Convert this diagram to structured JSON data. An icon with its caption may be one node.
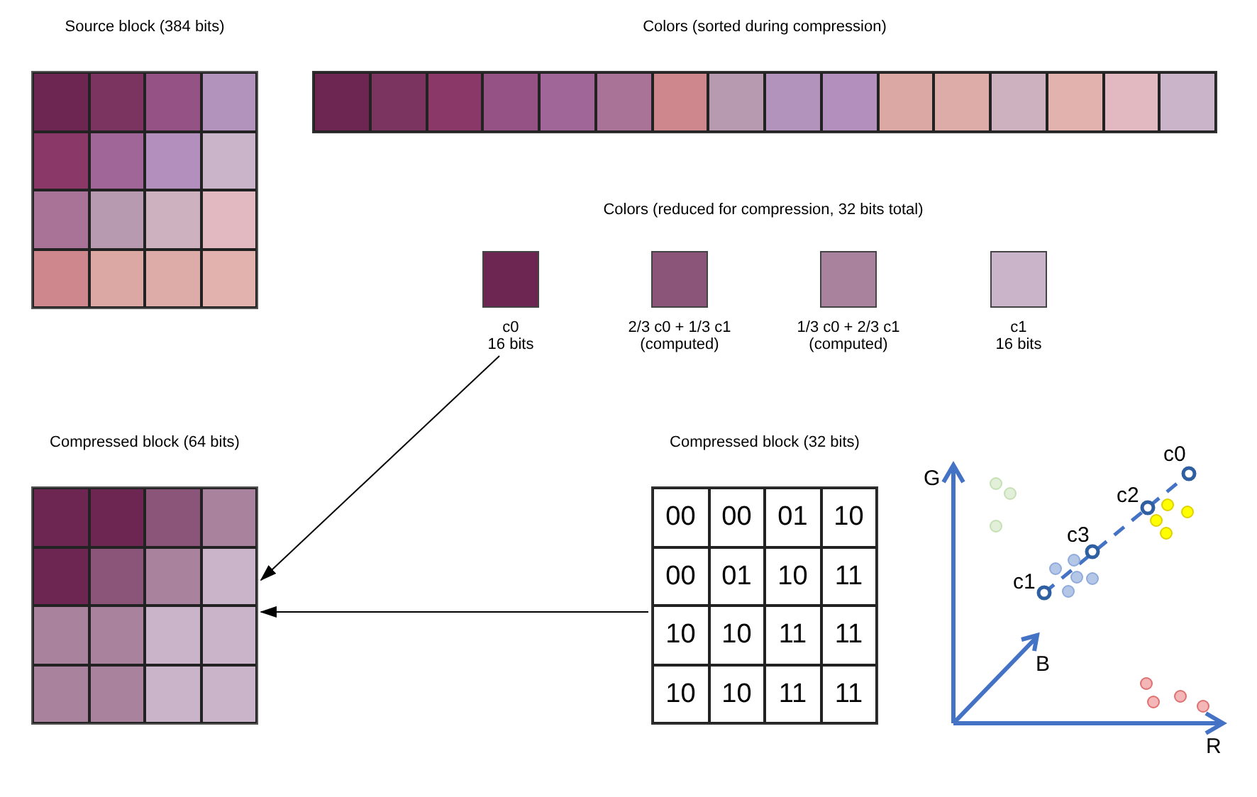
{
  "diagram": {
    "nodes": [
      {
        "text": [
          "Source block (384 bits)"
        ]
      },
      {
        "text": [
          "Colors (sorted during compression)"
        ]
      },
      {
        "text": [],
        "shape": "box",
        "beside": [
          "c0",
          "16 bits"
        ]
      },
      {
        "text": [],
        "shape": "box",
        "beside": [
          "2/3 c0 + 1/3 c1",
          "(computed)"
        ]
      },
      {
        "text": [],
        "shape": "box",
        "beside": [
          "1/3 c0 + 2/3 c1",
          "(computed)"
        ]
      },
      {
        "text": [],
        "shape": "box",
        "beside": [
          "c1",
          "16 bits"
        ]
      },
      {
        "text": [
          "Compressed block (64 bits)"
        ]
      },
      {
        "text": [
          "Compressed block (32 bits)"
        ]
      }
    ],
    "edges": [
      {
        "from": 2,
        "to": 6,
        "arrow": "to"
      },
      {
        "from": 7,
        "to": 6,
        "arrow": "to"
      }
    ],
    "labels": [
      "Colors (reduced for compression, 32 bits total)",
      "00",
      "00",
      "01",
      "10",
      "00",
      "01",
      "10",
      "11",
      "10",
      "10",
      "11",
      "11",
      "10",
      "10",
      "11",
      "11",
      "c0",
      "G",
      "c2",
      "c3",
      "c1",
      "B",
      "R"
    ]
  }
}
